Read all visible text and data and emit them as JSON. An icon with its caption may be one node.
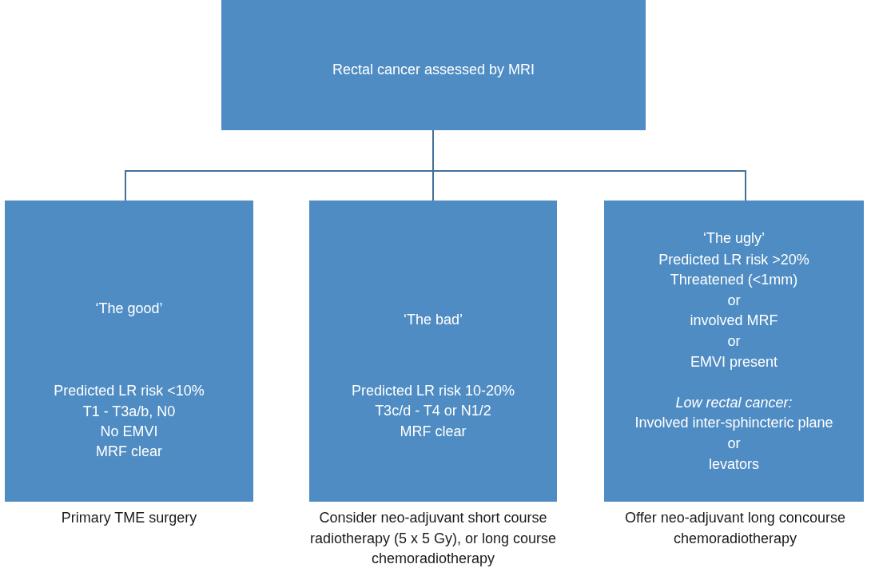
{
  "diagram": {
    "nodes": [
      {
        "text": [
          "Rectal cancer assessed by MRI"
        ]
      },
      {
        "text": [
          "‘The good’",
          "Predicted LR risk <10%",
          "T1 - T3a/b, N0",
          "No EMVI",
          "MRF clear"
        ],
        "beside": [
          "Primary TME surgery"
        ]
      },
      {
        "text": [
          "‘The bad’",
          "Predicted LR risk 10-20%",
          "T3c/d - T4 or N1/2",
          "MRF clear"
        ],
        "beside": [
          "Consider neo-adjuvant short course radiotherapy (5 x 5 Gy), or long course chemoradiotherapy"
        ]
      },
      {
        "text": [
          "‘The ugly’",
          "Predicted LR risk >20%",
          "Threatened (<1mm)",
          "or",
          "involved MRF",
          "or",
          "EMVI present",
          "*Low rectal cancer:*",
          "Involved inter-sphincteric plane",
          "or",
          "levators"
        ],
        "beside": [
          "Offer neo-adjuvant long concourse chemoradiotherapy"
        ]
      }
    ],
    "edges": [
      {
        "from": 0,
        "to": 1,
        "arrow": "none"
      },
      {
        "from": 0,
        "to": 2,
        "arrow": "none"
      },
      {
        "from": 0,
        "to": 3,
        "arrow": "none"
      }
    ]
  }
}
